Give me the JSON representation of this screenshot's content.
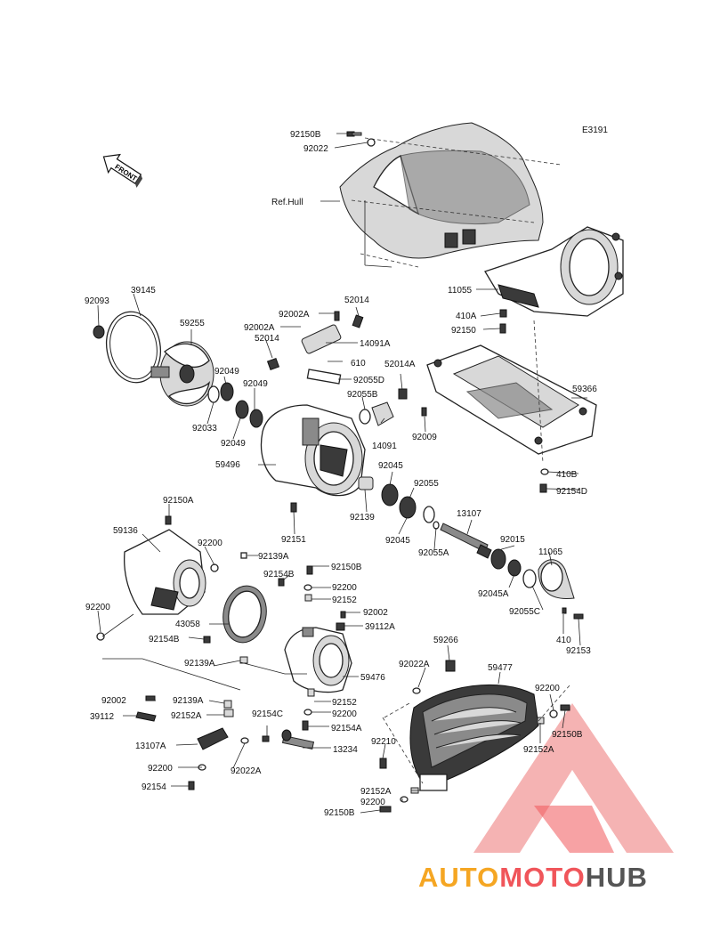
{
  "diagram_code": "E3191",
  "front_label": "FRONT",
  "watermark": {
    "part1": "AUTO",
    "part2": "MOTO",
    "part3": "HUB",
    "color1": "#f5a623",
    "color2": "#f0555a",
    "color3": "#555555"
  },
  "labels": {
    "l_92150B_top": "92150B",
    "l_92022_top": "92022",
    "l_refhull": "Ref.Hull",
    "l_11055": "11055",
    "l_410A": "410A",
    "l_92150": "92150",
    "l_59366": "59366",
    "l_410B": "410B",
    "l_92154D": "92154D",
    "l_92093": "92093",
    "l_39145": "39145",
    "l_59255": "59255",
    "l_92049_a": "92049",
    "l_92049_b": "92049",
    "l_92049_c": "92049",
    "l_92033": "92033",
    "l_92002A_a": "92002A",
    "l_92002A_b": "92002A",
    "l_52014_a": "52014",
    "l_52014_b": "52014",
    "l_14091A": "14091A",
    "l_610": "610",
    "l_52014A": "52014A",
    "l_92055D": "92055D",
    "l_92055B": "92055B",
    "l_14091": "14091",
    "l_92009": "92009",
    "l_59496": "59496",
    "l_92045_a": "92045",
    "l_92055": "92055",
    "l_92139": "92139",
    "l_92045_b": "92045",
    "l_13107": "13107",
    "l_92055A": "92055A",
    "l_92151": "92151",
    "l_92015": "92015",
    "l_11065": "11065",
    "l_92045A": "92045A",
    "l_92055C": "92055C",
    "l_410": "410",
    "l_92153": "92153",
    "l_92150A": "92150A",
    "l_59136": "59136",
    "l_92200_a": "92200",
    "l_92139A_a": "92139A",
    "l_92150B_mid": "92150B",
    "l_92154B_a": "92154B",
    "l_92200_b": "92200",
    "l_92152_a": "92152",
    "l_92002_a": "92002",
    "l_39112A": "39112A",
    "l_92200_left": "92200",
    "l_43058": "43058",
    "l_92154B_b": "92154B",
    "l_92139A_b": "92139A",
    "l_59476": "59476",
    "l_59266": "59266",
    "l_92022A_a": "92022A",
    "l_59477": "59477",
    "l_92200_right": "92200",
    "l_92002_b": "92002",
    "l_92139A_c": "92139A",
    "l_39112": "39112",
    "l_92152A_a": "92152A",
    "l_92152_b": "92152",
    "l_92154C": "92154C",
    "l_92200_c": "92200",
    "l_92154A": "92154A",
    "l_92150B_r": "92150B",
    "l_92152A_r": "92152A",
    "l_13107A": "13107A",
    "l_13234": "13234",
    "l_92210": "92210",
    "l_92200_d": "92200",
    "l_92022A_b": "92022A",
    "l_92154": "92154",
    "l_92152A_b": "92152A",
    "l_92200_e": "92200",
    "l_92150B_bot": "92150B"
  }
}
